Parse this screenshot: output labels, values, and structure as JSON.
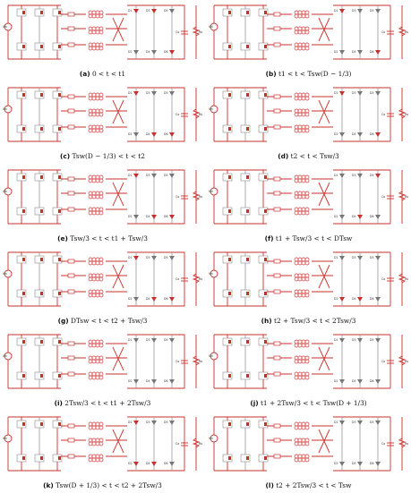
{
  "panels": [
    {
      "tag": "(a)",
      "condition": "0 < t < t1"
    },
    {
      "tag": "(b)",
      "condition": "t1 < t < Tsw(D − 1/3)"
    },
    {
      "tag": "(c)",
      "condition": "Tsw(D − 1/3) < t < t2"
    },
    {
      "tag": "(d)",
      "condition": "t2 < t < Tsw/3"
    },
    {
      "tag": "(e)",
      "condition": "Tsw/3 < t < t1 + Tsw/3"
    },
    {
      "tag": "(f)",
      "condition": "t1 + Tsw/3 < t < DTsw"
    },
    {
      "tag": "(g)",
      "condition": "DTsw < t < t2 + Tsw/3"
    },
    {
      "tag": "(h)",
      "condition": "t2 + Tsw/3 < t < 2Tsw/3"
    },
    {
      "tag": "(i)",
      "condition": "2Tsw/3 < t < t1 + 2Tsw/3"
    },
    {
      "tag": "(j)",
      "condition": "t1 + 2Tsw/3 < t < Tsw(D + 1/3)"
    },
    {
      "tag": "(k)",
      "condition": "Tsw(D + 1/3) < t < t2 + 2Tsw/3"
    },
    {
      "tag": "(l)",
      "condition": "t2 + 2Tsw/3 < t < Tsw"
    }
  ],
  "circuit_labels": {
    "source": "Vin",
    "diodes": [
      "D1",
      "D2",
      "D3",
      "D4",
      "D5",
      "D6"
    ],
    "capacitor": "Co",
    "load": "Ro"
  },
  "colors": {
    "active_path": "#c9302c",
    "inactive_path": "#9a9a9a"
  }
}
